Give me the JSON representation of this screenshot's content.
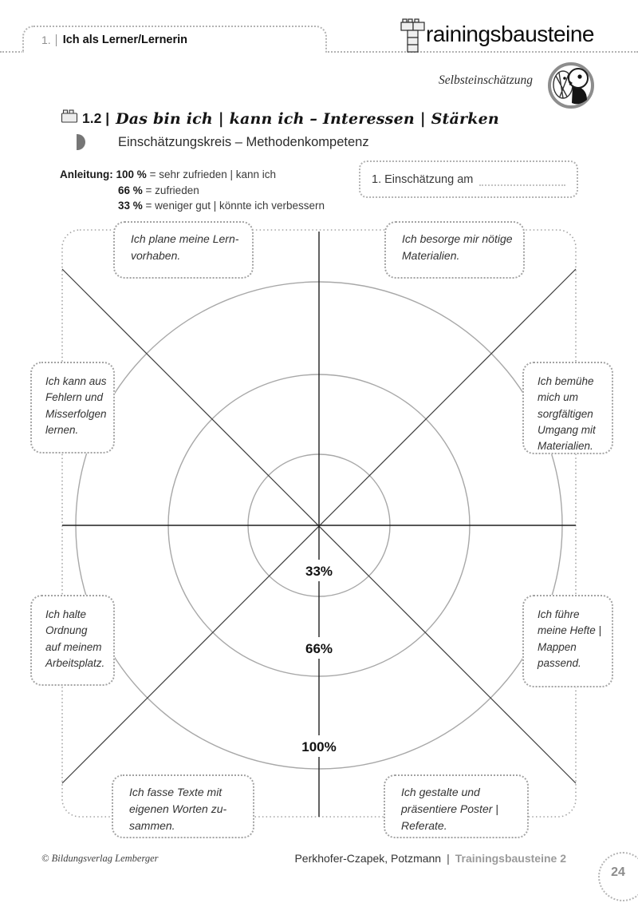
{
  "colors": {
    "ink": "#1a1a1a",
    "circle_gray": "#a8a8a8",
    "dotted_gray": "#a3a3a3"
  },
  "header": {
    "tab": {
      "number": "1.",
      "title": "Ich als Lerner/Lernerin"
    },
    "brand_text": "rainingsbausteine",
    "brand_icon": "brick-t-logo",
    "category": "Selbsteinschätzung",
    "category_icon": "owl-logo"
  },
  "title": {
    "number": "1.2 |",
    "main": "Das bin ich | kann ich – Interessen | Stärken",
    "subtitle": "Einschätzungskreis – Methodenkompetenz"
  },
  "instructions": {
    "label": "Anleitung:",
    "items": [
      {
        "value": "100 %",
        "text": "= sehr zufrieden | kann ich"
      },
      {
        "value": "66 %",
        "text": "= zufrieden"
      },
      {
        "value": "33 %",
        "text": "= weniger gut | könnte ich verbessern"
      }
    ]
  },
  "assessment": {
    "label": "1. Einschätzung am"
  },
  "diagram": {
    "rings": [
      {
        "label": "33%"
      },
      {
        "label": "66%"
      },
      {
        "label": "100%"
      }
    ],
    "labels": [
      {
        "pos": "top-left",
        "text": "Ich plane meine Lern-\nvorhaben."
      },
      {
        "pos": "top-right",
        "text": "Ich besorge mir nötige\nMaterialien."
      },
      {
        "pos": "left-upper",
        "text": "Ich kann aus\nFehlern und\nMisserfolgen\nlernen."
      },
      {
        "pos": "right-upper",
        "text": "Ich bemühe\nmich um\nsorgfältigen\nUmgang mit\nMaterialien."
      },
      {
        "pos": "left-lower",
        "text": "Ich halte\nOrdnung\nauf meinem\nArbeitsplatz."
      },
      {
        "pos": "right-lower",
        "text": "Ich führe\nmeine Hefte |\nMappen\npassend."
      },
      {
        "pos": "bottom-left",
        "text": "Ich fasse Texte mit\neigenen Worten zu-\nsammen."
      },
      {
        "pos": "bottom-right",
        "text": "Ich gestalte und\npräsentiere Poster |\nReferate."
      }
    ]
  },
  "footer": {
    "copyright": "© Bildungsverlag Lemberger",
    "authors": "Perkhofer-Czapek, Potzmann",
    "separator": "|",
    "series": "Trainingsbausteine 2",
    "page": "24"
  }
}
